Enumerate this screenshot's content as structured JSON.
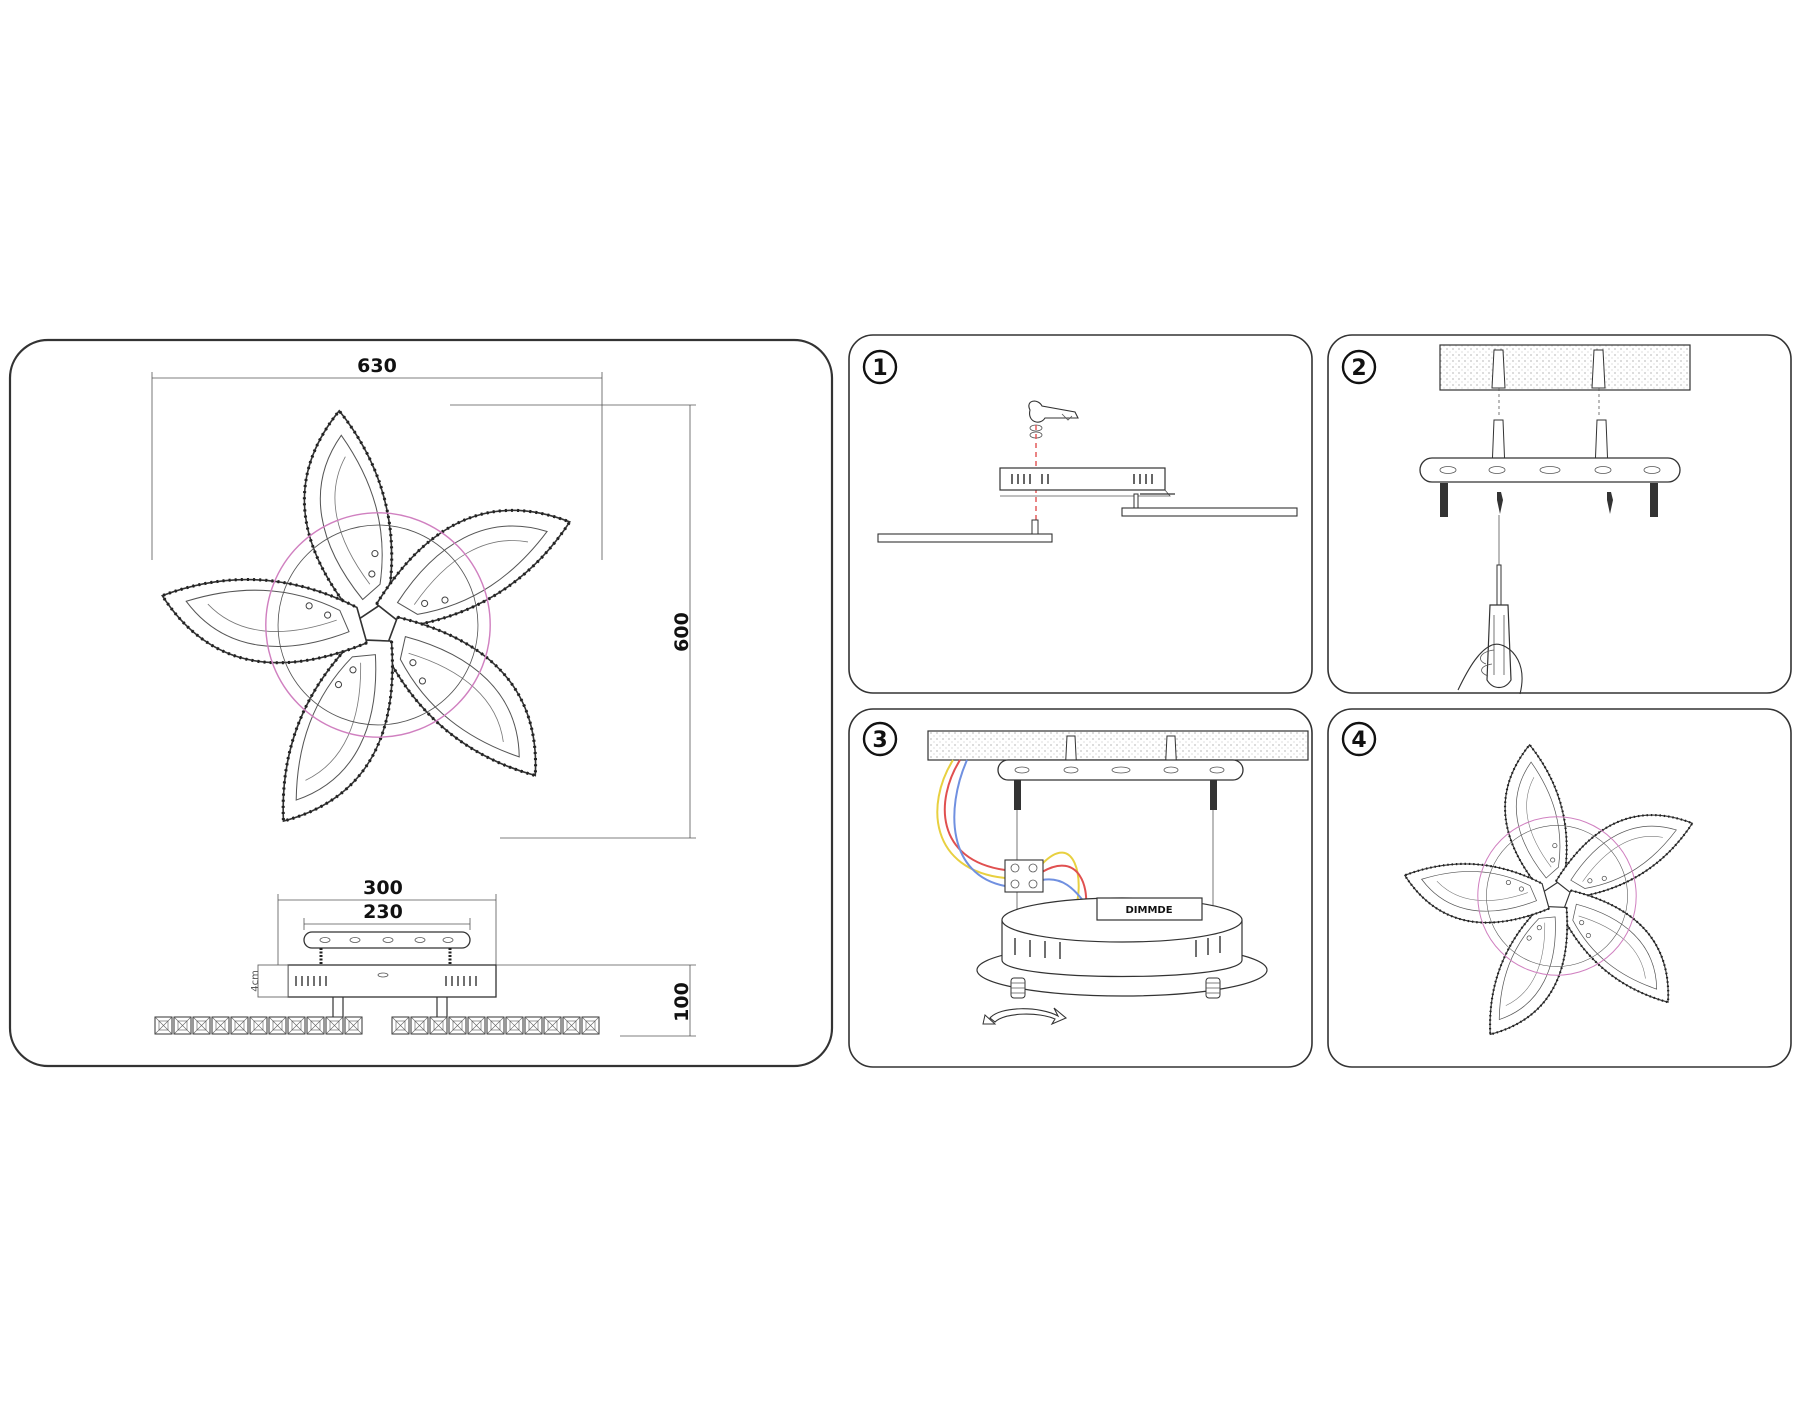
{
  "dimensions": {
    "width": "630",
    "height": "600",
    "base_width": "300",
    "plate_width": "230",
    "depth": "100",
    "gap_label": "4cm"
  },
  "steps": [
    {
      "number": "1"
    },
    {
      "number": "2"
    },
    {
      "number": "3",
      "driver_label": "DIMMDE"
    },
    {
      "number": "4"
    }
  ],
  "colors": {
    "wire_red": "#e05050",
    "wire_yellow": "#e8d040",
    "wire_blue": "#7090e0",
    "ring_pink": "#d080c0"
  }
}
